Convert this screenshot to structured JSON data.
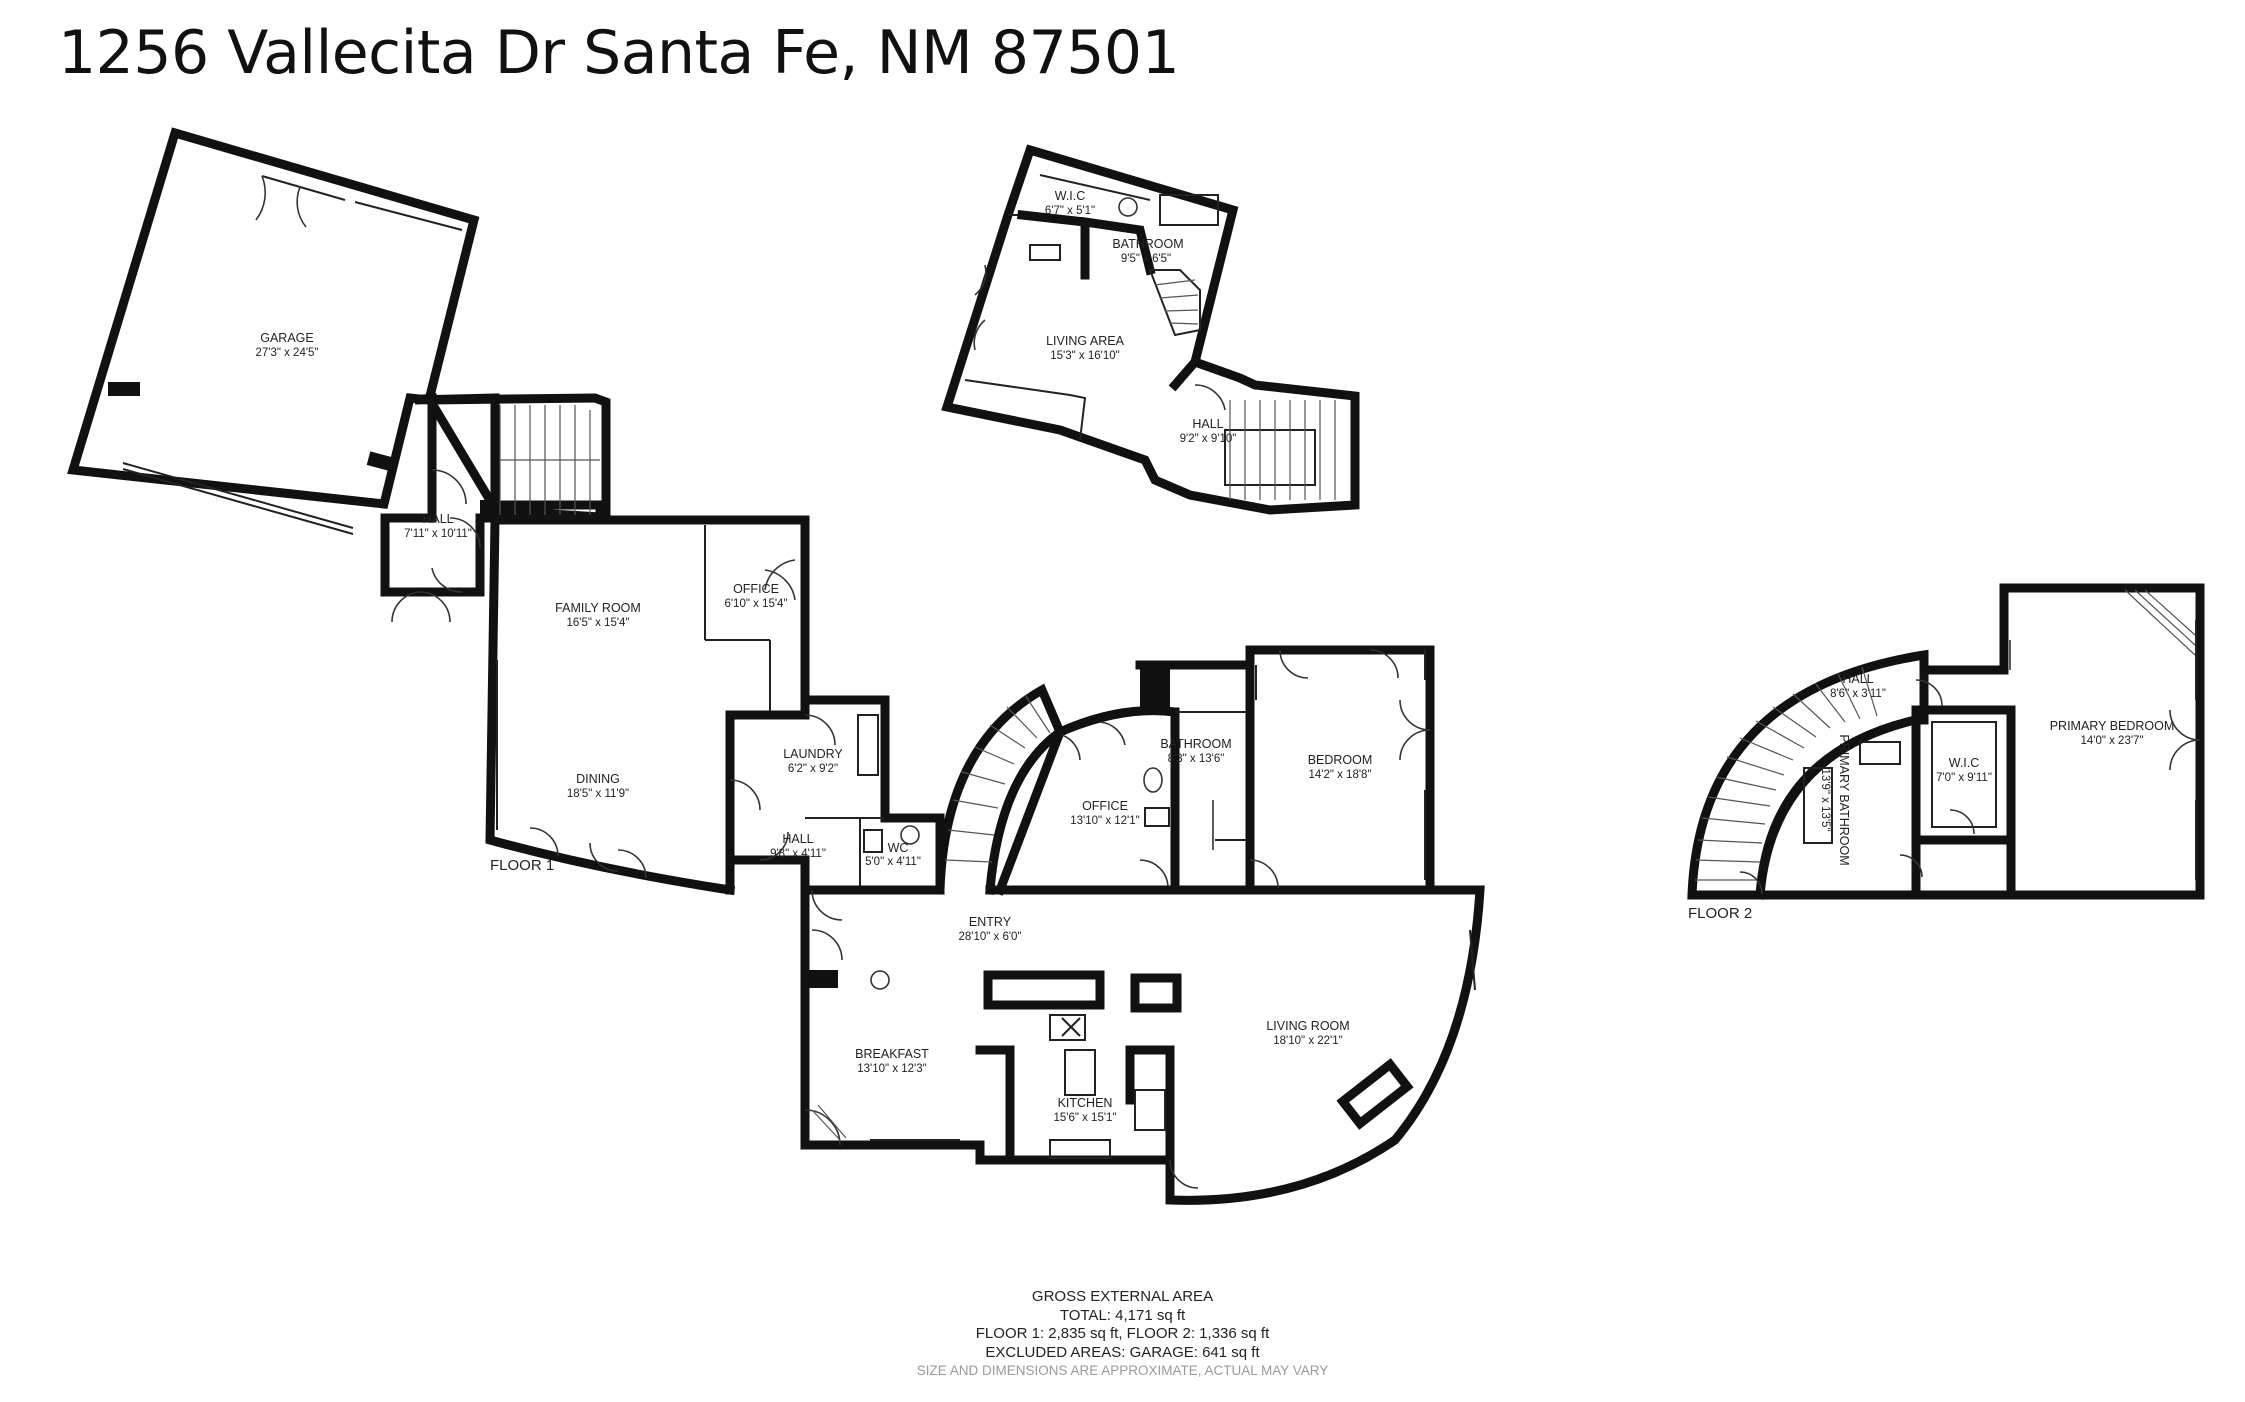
{
  "title": "1256 Vallecita Dr Santa Fe, NM 87501",
  "floors": [
    {
      "label": "FLOOR 1",
      "rooms": [
        {
          "name": "GARAGE",
          "dims": "27'3\" x 24'5\""
        },
        {
          "name": "HALL",
          "dims": "7'11\" x 10'11\""
        },
        {
          "name": "FAMILY ROOM",
          "dims": "16'5\" x 15'4\""
        },
        {
          "name": "OFFICE",
          "dims": "6'10\" x 15'4\""
        },
        {
          "name": "DINING",
          "dims": "18'5\" x 11'9\""
        },
        {
          "name": "LAUNDRY",
          "dims": "6'2\" x 9'2\""
        },
        {
          "name": "HALL",
          "dims": "9'8\" x 4'11\""
        },
        {
          "name": "WC",
          "dims": "5'0\" x 4'11\""
        },
        {
          "name": "OFFICE",
          "dims": "13'10\" x 12'1\""
        },
        {
          "name": "BATHROOM",
          "dims": "8'3\" x 13'6\""
        },
        {
          "name": "BEDROOM",
          "dims": "14'2\" x 18'8\""
        },
        {
          "name": "ENTRY",
          "dims": "28'10\" x 6'0\""
        },
        {
          "name": "BREAKFAST",
          "dims": "13'10\" x 12'3\""
        },
        {
          "name": "KITCHEN",
          "dims": "15'6\" x 15'1\""
        },
        {
          "name": "LIVING ROOM",
          "dims": "18'10\" x 22'1\""
        }
      ]
    },
    {
      "label": "FLOOR 2",
      "rooms": [
        {
          "name": "W.I.C",
          "dims": "6'7\" x 5'1\""
        },
        {
          "name": "BATHROOM",
          "dims": "9'5\" x 6'5\""
        },
        {
          "name": "LIVING AREA",
          "dims": "15'3\" x 16'10\""
        },
        {
          "name": "HALL",
          "dims": "9'2\" x 9'10\""
        },
        {
          "name": "HALL",
          "dims": "8'6\" x 3'11\""
        },
        {
          "name": "PRIMARY BATHROOM",
          "dims": "13'9\" x 13'5\""
        },
        {
          "name": "W.I.C",
          "dims": "7'0\" x 9'11\""
        },
        {
          "name": "PRIMARY BEDROOM",
          "dims": "14'0\" x 23'7\""
        }
      ]
    }
  ],
  "summary": {
    "heading": "GROSS EXTERNAL AREA",
    "total": "TOTAL: 4,171 sq ft",
    "floors": "FLOOR 1: 2,835 sq ft, FLOOR 2: 1,336 sq ft",
    "excluded": "EXCLUDED AREAS: GARAGE: 641 sq ft",
    "disclaimer": "SIZE AND DIMENSIONS ARE APPROXIMATE, ACTUAL MAY VARY"
  }
}
